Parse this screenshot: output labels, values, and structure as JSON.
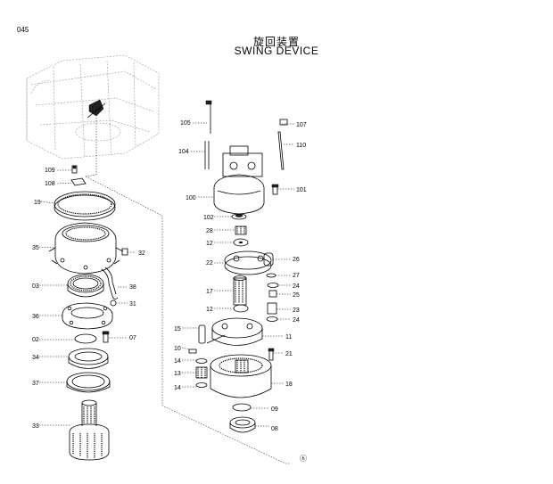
{
  "page": {
    "number": "045"
  },
  "title": {
    "chinese": "旋回装置",
    "english": "SWING DEVICE"
  },
  "callouts": {
    "c109": "109",
    "c108": "108",
    "c19": "19",
    "c35": "35",
    "c32": "32",
    "c03": "03",
    "c38": "38",
    "c31": "31",
    "c36": "36",
    "c02": "02",
    "c07": "07",
    "c34": "34",
    "c37": "37",
    "c33": "33",
    "c105": "105",
    "c107": "107",
    "c110": "110",
    "c104": "104",
    "c100": "100",
    "c101": "101",
    "c102": "102",
    "c28": "28",
    "c12a": "12",
    "c22": "22",
    "c26": "26",
    "c27": "27",
    "c17": "17",
    "c24a": "24",
    "c25": "25",
    "c12b": "12",
    "c23": "23",
    "c24b": "24",
    "c15": "15",
    "c10": "10",
    "c11": "11",
    "c21": "21",
    "c14a": "14",
    "c13": "13",
    "c14b": "14",
    "c18": "18",
    "c09": "09",
    "c08": "08"
  },
  "brand_mark": "ⓗ"
}
